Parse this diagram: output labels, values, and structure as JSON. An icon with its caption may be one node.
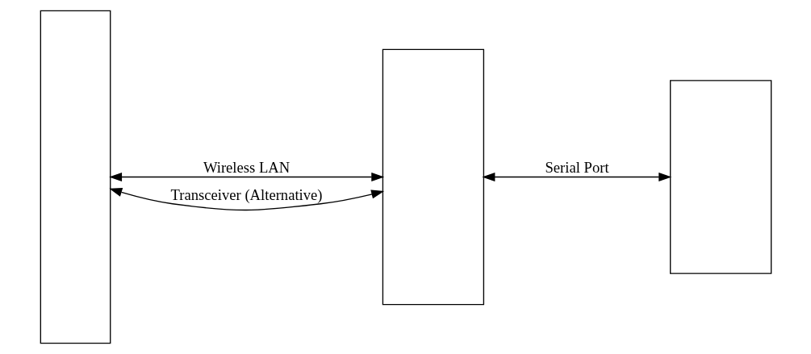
{
  "diagram": {
    "nodes": [
      {
        "text": [],
        "shape": "box"
      },
      {
        "text": [],
        "shape": "box"
      },
      {
        "text": [],
        "shape": "box"
      }
    ],
    "edges": [
      {
        "from": 0,
        "to": 1,
        "arrow": "both",
        "label": "Wireless LAN"
      },
      {
        "from": 0,
        "to": 1,
        "arrow": "both",
        "label": "Transceiver (Alternative)"
      },
      {
        "from": 1,
        "to": 2,
        "arrow": "both",
        "label": "Serial Port"
      }
    ]
  }
}
